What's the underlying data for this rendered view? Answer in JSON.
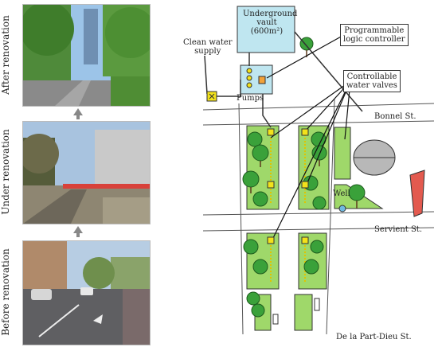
{
  "labels": {
    "after": "After renovation",
    "under": "Under renovation",
    "before": "Before renovation"
  },
  "map": {
    "vault_line1": "Underground",
    "vault_line2": "vault",
    "vault_line3": "(600m²)",
    "clean_water_line1": "Clean water",
    "clean_water_line2": "supply",
    "pumps": "Pumps",
    "plc_line1": "Programmable",
    "plc_line2": "logic controller",
    "valves_line1": "Controllable",
    "valves_line2": "water valves",
    "street_bonnel": "Bonnel St.",
    "street_servient": "Servient St.",
    "street_partdieu": "De la Part-Dieu St.",
    "well": "Well"
  },
  "colors": {
    "green": "#9fd86a",
    "tree": "#3aa13a",
    "vault": "#bfe6f0",
    "valve": "#f2e21b",
    "building_red": "#e35a4f",
    "dome": "#b8b8b8"
  }
}
